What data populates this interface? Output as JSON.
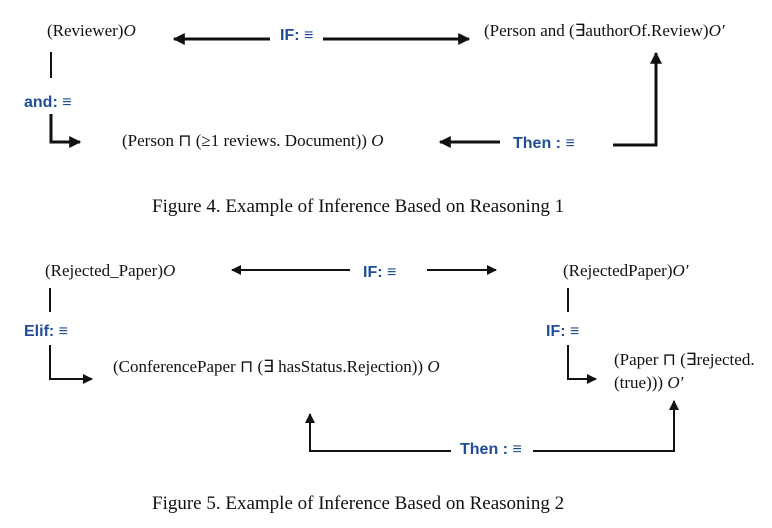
{
  "figure4": {
    "node_reviewer": "(Reviewer)",
    "node_reviewer_o": "O",
    "node_person_author": "(Person and (∃authorOf.Review)",
    "node_person_author_o": "O′",
    "node_person_reviews": "(Person ⊓ (≥1 reviews. Document))",
    "node_person_reviews_o": "O",
    "kw_if": "IF:",
    "kw_if_eq": "≡",
    "kw_and": "and:",
    "kw_and_eq": "≡",
    "kw_then": "Then :",
    "kw_then_eq": "≡",
    "caption": "Figure 4. Example of Inference Based on Reasoning 1"
  },
  "figure5": {
    "node_rejected_paper": "(Rejected_Paper)",
    "node_rejected_paper_o": "O",
    "node_rejectedpaper": "(RejectedPaper)",
    "node_rejectedpaper_o": "O′",
    "node_conference": "(ConferencePaper ⊓ (∃ hasStatus.Rejection))",
    "node_conference_o": "O",
    "node_paper_line1": "(Paper ⊓ (∃rejected.",
    "node_paper_line2": "(true)))",
    "node_paper_o": "O′",
    "kw_if_top": "IF:",
    "kw_if_top_eq": "≡",
    "kw_elif": "Elif:",
    "kw_elif_eq": "≡",
    "kw_if_right": "IF:",
    "kw_if_right_eq": "≡",
    "kw_then": "Then :",
    "kw_then_eq": "≡",
    "caption": "Figure 5. Example of Inference Based on Reasoning 2"
  }
}
